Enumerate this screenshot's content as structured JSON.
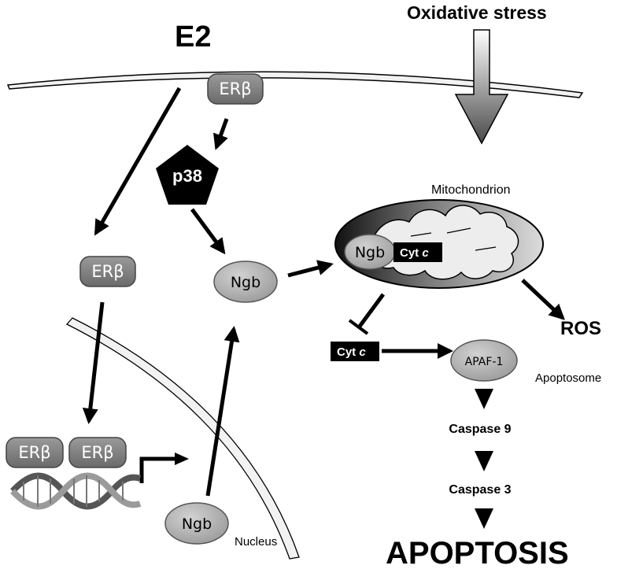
{
  "labels": {
    "e2": "E2",
    "oxidative_stress": "Oxidative stress",
    "er_beta": "ERβ",
    "p38": "p38",
    "ngb": "Ngb",
    "mitochondrion": "Mitochondrion",
    "cyt_c_prefix": "Cyt ",
    "cyt_c_italic": "c",
    "ros": "ROS",
    "apaf1": "APAF-1",
    "apoptosome": "Apoptosome",
    "caspase9": "Caspase 9",
    "caspase3": "Caspase 3",
    "apoptosis": "APOPTOSIS",
    "nucleus": "Nucleus"
  },
  "colors": {
    "pill": "#7d7d7d",
    "oval": "#b4b4b4",
    "black": "#000000",
    "membrane": "#f2f2f2"
  }
}
